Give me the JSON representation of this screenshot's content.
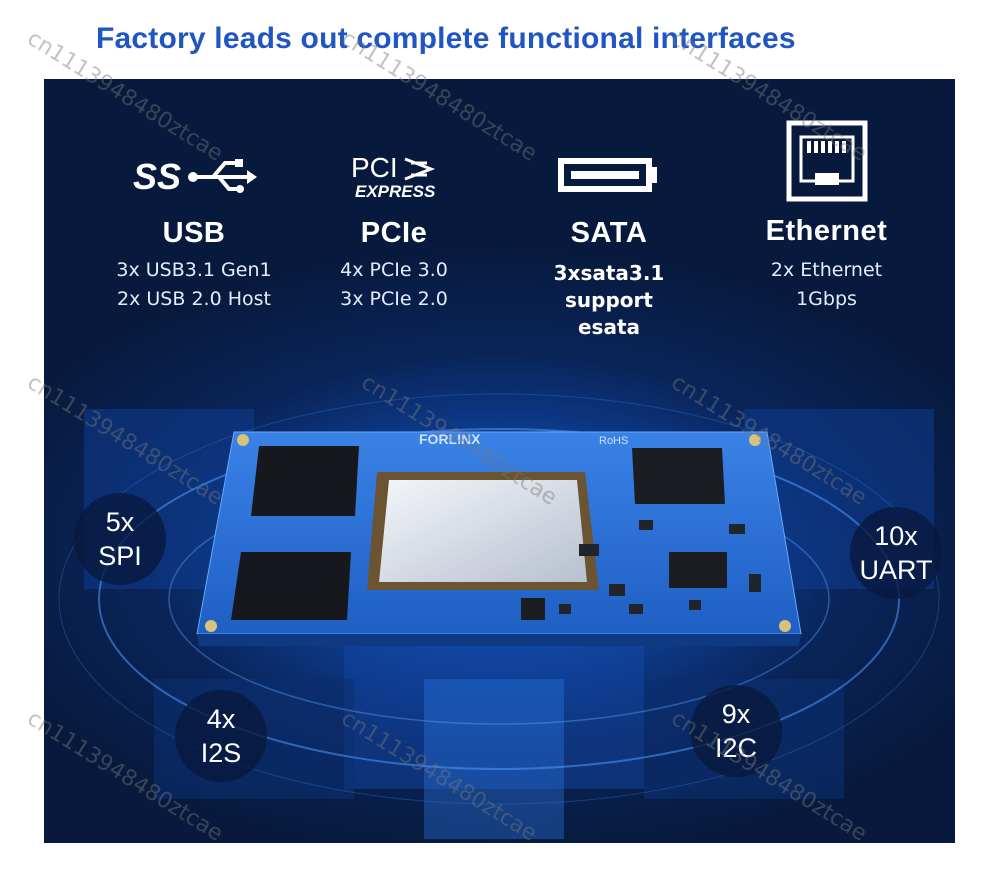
{
  "title": "Factory leads out complete functional interfaces",
  "features": [
    {
      "icon": "superspeed-usb-icon",
      "name": "USB",
      "specs": [
        "3x USB3.1 Gen1",
        "2x USB 2.0 Host"
      ]
    },
    {
      "icon": "pci-express-logo-icon",
      "logo_line1": "PCI",
      "logo_line2": "EXPRESS",
      "name": "PCIe",
      "specs": [
        "4x PCIe 3.0",
        "3x PCIe 2.0"
      ]
    },
    {
      "icon": "sata-connector-icon",
      "name": "SATA",
      "specs": [
        "3xsata3.1 support",
        "esata"
      ]
    },
    {
      "icon": "ethernet-port-icon",
      "name": "Ethernet",
      "specs": [
        "2x Ethernet",
        "1Gbps"
      ]
    }
  ],
  "usb_logo_text": "SS",
  "board": {
    "brand": "FORLINX",
    "rohs": "RoHS"
  },
  "interfaces": [
    {
      "count": "5x",
      "name": "SPI"
    },
    {
      "count": "10x",
      "name": "UART"
    },
    {
      "count": "4x",
      "name": "I2S"
    },
    {
      "count": "9x",
      "name": "I2C"
    }
  ],
  "watermark": "cn1113948480ztcae",
  "colors": {
    "title": "#1f56c4",
    "panel_dark": "#071a3d",
    "glow": "#1b6fe0",
    "board": "#2a6fd6"
  }
}
